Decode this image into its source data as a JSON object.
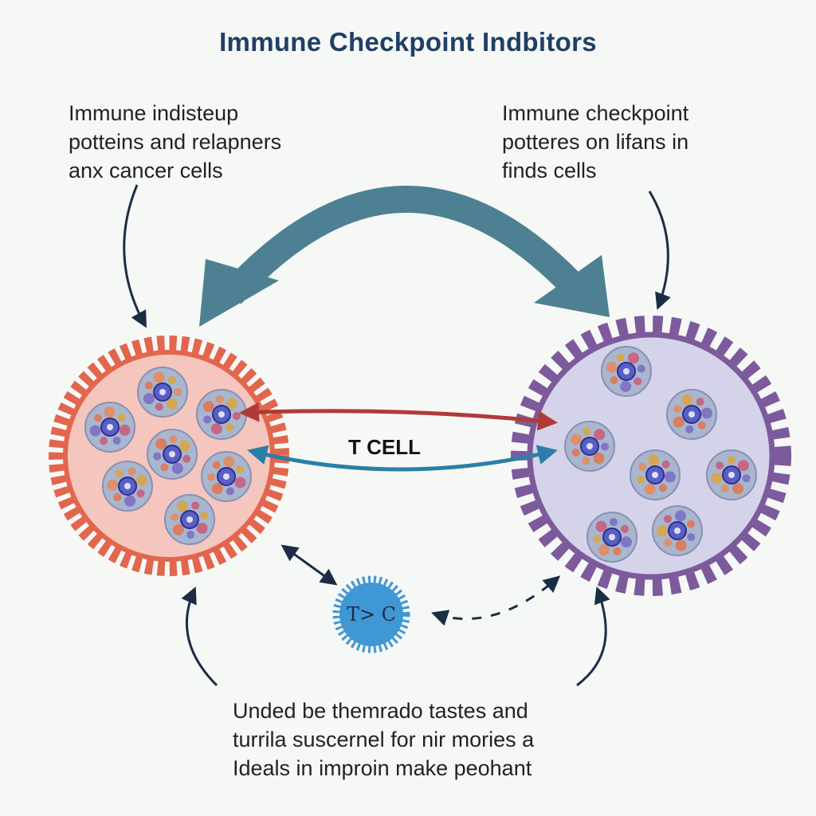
{
  "title": "Immune Checkpoint Indbitors",
  "captions": {
    "left": [
      "Immune indisteup",
      "potteins and relapners",
      "anx cancer cells"
    ],
    "right": [
      "Immune checkpoint",
      "potteres on lifans in",
      "finds cells"
    ],
    "bottom": [
      "Unded be themrado tastes and",
      "turrila suscernel for nir mories a",
      "Ideals in improin make peohant"
    ]
  },
  "center_label": "T CELL",
  "small_cell_label": "T> C",
  "colors": {
    "background": "#f6f8f6",
    "title": "#1f3f66",
    "big_arrow": "#4d8093",
    "left_cell_fill": "#f4c6bd",
    "left_cell_edge": "#e2664e",
    "right_cell_fill": "#d4d3e9",
    "right_cell_edge": "#7d5a9c",
    "red_arrow": "#b03a38",
    "blue_arrow": "#2a7fa8",
    "small_cell": "#3f97d4",
    "line": "#1b2d45"
  }
}
